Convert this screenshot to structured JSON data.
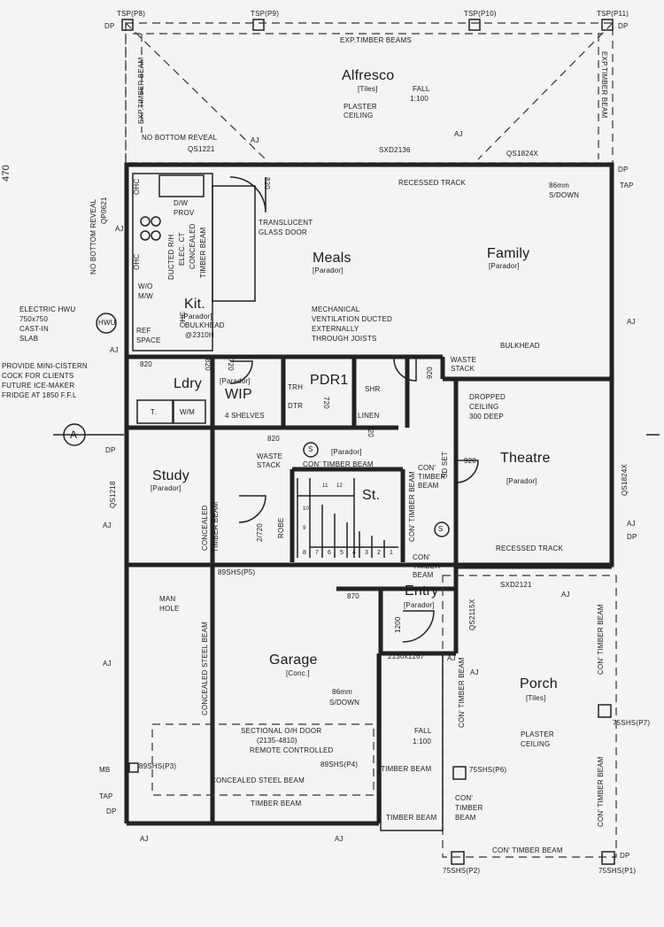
{
  "plan": {
    "side_number": "470",
    "grid_marker": "A",
    "rooms": {
      "alfresco": {
        "name": "Alfresco",
        "finish": "[Tiles]",
        "fall": "FALL",
        "fall_ratio": "1:100",
        "ceiling_1": "PLASTER",
        "ceiling_2": "CEILING"
      },
      "meals": {
        "name": "Meals",
        "finish": "[Parador]"
      },
      "family": {
        "name": "Family",
        "finish": "[Parador]"
      },
      "kit": {
        "name": "Kit.",
        "finish": "[Parador]",
        "bulkhead": "BULKHEAD",
        "bulkhead_height": "@2310H"
      },
      "ldry": {
        "name": "Ldry"
      },
      "wip": {
        "name": "WIP",
        "finish": "[Parador]",
        "shelves": "4 SHELVES"
      },
      "pdr": {
        "name": "PDR",
        "label": "PDR1"
      },
      "study": {
        "name": "Study",
        "finish": "[Parador]"
      },
      "theatre": {
        "name": "Theatre",
        "finish": "[Parador]"
      },
      "stair": {
        "name": "St."
      },
      "entry": {
        "name": "Entry",
        "finish": "[Parador]"
      },
      "garage": {
        "name": "Garage",
        "finish": "[Conc.]",
        "step_1": "86mm",
        "step_2": "S/DOWN"
      },
      "porch": {
        "name": "Porch",
        "finish": "[Tiles]",
        "fall": "FALL",
        "fall_ratio": "1:100",
        "ceiling_1": "PLASTER",
        "ceiling_2": "CEILING"
      }
    },
    "posts": {
      "p8": "TSP(P8)",
      "p9": "TSP(P9)",
      "p10": "TSP(P10)",
      "p11": "TSP(P11)",
      "p5": "89SHS(P5)",
      "p3": "89SHS(P3)",
      "p4": "89SHS(P4)",
      "p6": "75SHS(P6)",
      "p7": "75SHS(P7)",
      "p2": "75SHS(P2)",
      "p1": "75SHS(P1)"
    },
    "notes": {
      "dp": "DP",
      "aj": "AJ",
      "tap": "TAP",
      "mb": "MB",
      "hwu": "HWU",
      "exp_timber_beams": "EXP.TIMBER BEAMS",
      "exp_timber_beam": "EXP.TIMBER BEAM",
      "no_bottom_reveal": "NO BOTTOM REVEAL",
      "qs1221": "QS1221",
      "sxd2136": "SXD2136",
      "qs1824x": "QS1824X",
      "recessed_track": "RECESSED TRACK",
      "step_86_1": "86mm",
      "step_86_2": "S/DOWN",
      "qp0621": "QP0621",
      "ohc": "OHC",
      "dw_prov_1": "D/W",
      "dw_prov_2": "PROV",
      "ducted_rh": "DUCTED R/H",
      "elec_ct": "ELEC. CT",
      "concealed": "CONCEALED",
      "timber_beam": "TIMBER BEAM",
      "wo_1": "W/O",
      "wo_2": "M/W",
      "ref_1": "REF",
      "ref_2": "SPACE",
      "translucent_1": "TRANSLUCENT",
      "translucent_2": "GLASS DOOR",
      "door_820": "820",
      "door_870": "870",
      "door_920": "920",
      "door_720": "720",
      "door_1200": "1200",
      "door_2720": "2/720",
      "mech_1": "MECHANICAL",
      "mech_2": "VENTILATION DUCTED",
      "mech_3": "EXTERNALLY",
      "mech_4": "THROUGH JOISTS",
      "bulkhead": "BULKHEAD",
      "waste_1": "WASTE",
      "waste_2": "STACK",
      "dropped_1": "DROPPED",
      "dropped_2": "CEILING",
      "dropped_3": "300 DEEP",
      "hwu_1": "ELECTRIC HWU",
      "hwu_2": "750x750",
      "hwu_3": "CAST-IN",
      "hwu_4": "SLAB",
      "cistern_1": "PROVIDE MINI-CISTERN",
      "cistern_2": "COCK FOR CLIENTS",
      "cistern_3": "FUTURE ICE-MAKER",
      "cistern_4": "FRIDGE AT 1850 F.F.L",
      "linen": "LINEN",
      "trh": "TRH",
      "dtr": "DTR",
      "shr": "SHR",
      "t": "T.",
      "wm": "W/M",
      "con_timber_beam": "CON' TIMBER BEAM",
      "con": "CON'",
      "timber": "TIMBER",
      "beam": "BEAM",
      "robe": "ROBE",
      "sd_set": "SD SET",
      "s": "S",
      "qs1218": "QS1218",
      "man": "MAN",
      "hole": "HOLE",
      "concealed_steel_beam": "CONCEALED STEEL BEAM",
      "concealed_timber_beam": "CONCEALED TIMBER BEAM",
      "sxd2121": "SXD2121",
      "qs2115x": "QS2115X",
      "window_2130": "2130x1267",
      "sectional_1": "SECTIONAL O/H DOOR",
      "sectional_2": "(2135-4810)",
      "sectional_3": "REMOTE CONTROLLED",
      "stair_numbers": [
        "8",
        "7",
        "6",
        "5",
        "4",
        "3",
        "2",
        "1"
      ],
      "stair_top": [
        "11",
        "12"
      ],
      "stair_side": [
        "10",
        "9"
      ]
    }
  }
}
